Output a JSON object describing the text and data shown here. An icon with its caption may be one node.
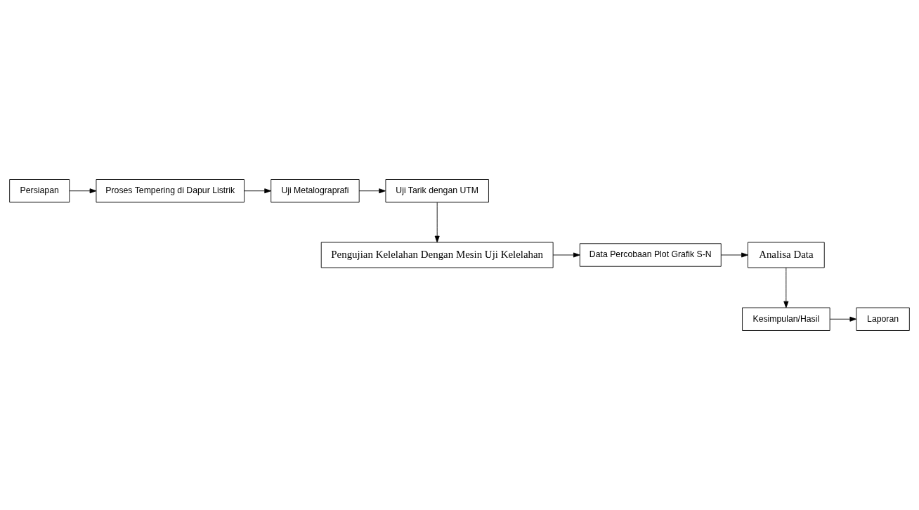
{
  "diagram": {
    "nodes": [
      {
        "text": [
          "Persiapan"
        ]
      },
      {
        "text": [
          "Proses Tempering di Dapur Listrik"
        ]
      },
      {
        "text": [
          "Uji Metalograprafi"
        ]
      },
      {
        "text": [
          "Uji Tarik dengan UTM"
        ]
      },
      {
        "text": [
          "Pengujian Kelelahan Dengan Mesin Uji Kelelahan"
        ]
      },
      {
        "text": [
          "Data Percobaan Plot Grafik S-N"
        ]
      },
      {
        "text": [
          "Analisa Data"
        ]
      },
      {
        "text": [
          "Kesimpulan/Hasil"
        ]
      },
      {
        "text": [
          "Laporan"
        ]
      }
    ],
    "edges": [
      {
        "from": 0,
        "to": 1,
        "arrow": "to"
      },
      {
        "from": 1,
        "to": 2,
        "arrow": "to"
      },
      {
        "from": 2,
        "to": 3,
        "arrow": "to"
      },
      {
        "from": 3,
        "to": 4,
        "arrow": "to"
      },
      {
        "from": 4,
        "to": 5,
        "arrow": "to"
      },
      {
        "from": 5,
        "to": 6,
        "arrow": "to"
      },
      {
        "from": 6,
        "to": 7,
        "arrow": "to"
      },
      {
        "from": 7,
        "to": 8,
        "arrow": "to"
      }
    ]
  }
}
